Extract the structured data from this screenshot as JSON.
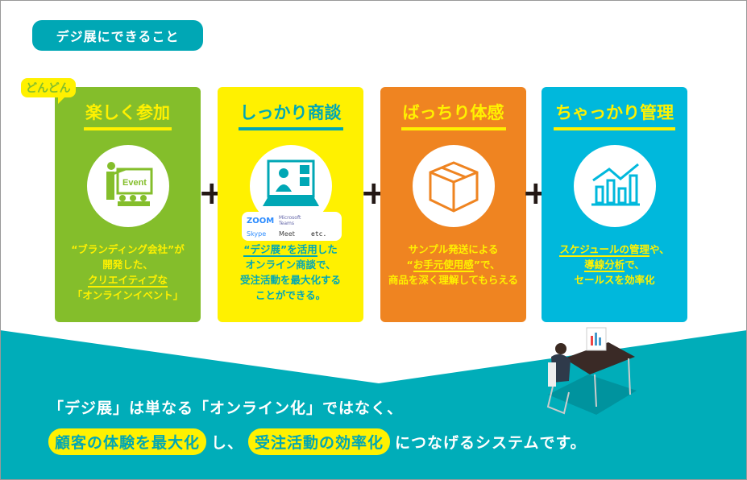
{
  "tag": "デジ展にできること",
  "bubble": "どんどん",
  "cards": [
    {
      "title": "楽しく参加",
      "icon_text": "Event",
      "lines": [
        "“ブランディング会社”が",
        "開発した、",
        "クリエイティブな",
        "「オンラインイベント」"
      ]
    },
    {
      "title": "しっかり商談",
      "apps": [
        "ZOOM",
        "Microsoft Teams",
        "Skype",
        "Meet",
        "etc."
      ],
      "lines": [
        "“デジ展”を活用",
        "した",
        "オンライン商談で、",
        "受注活動を最大化する",
        "ことができる。"
      ]
    },
    {
      "title": "ばっちり体感",
      "lines": [
        "サンプル発送による",
        "“",
        "お手元使用感",
        "”で、",
        "商品を深く理解してもらえる"
      ]
    },
    {
      "title": "ちゃっかり管理",
      "lines": [
        "スケジュールの管理",
        "や、",
        "導線分析",
        "で、",
        "セールスを効率化"
      ]
    }
  ],
  "plus": "+",
  "footer": {
    "line1": "「デジ展」は単なる「オンライン化」ではなく、",
    "hl1": "顧客の体験を最大化",
    "mid": "し、",
    "hl2": "受注活動の効率化",
    "end": "につなげるシステムです。"
  },
  "colors": {
    "teal": "#00a7b5",
    "green": "#84be2b",
    "yellow": "#fff100",
    "orange": "#ef8421",
    "cyan": "#00b8dc"
  }
}
